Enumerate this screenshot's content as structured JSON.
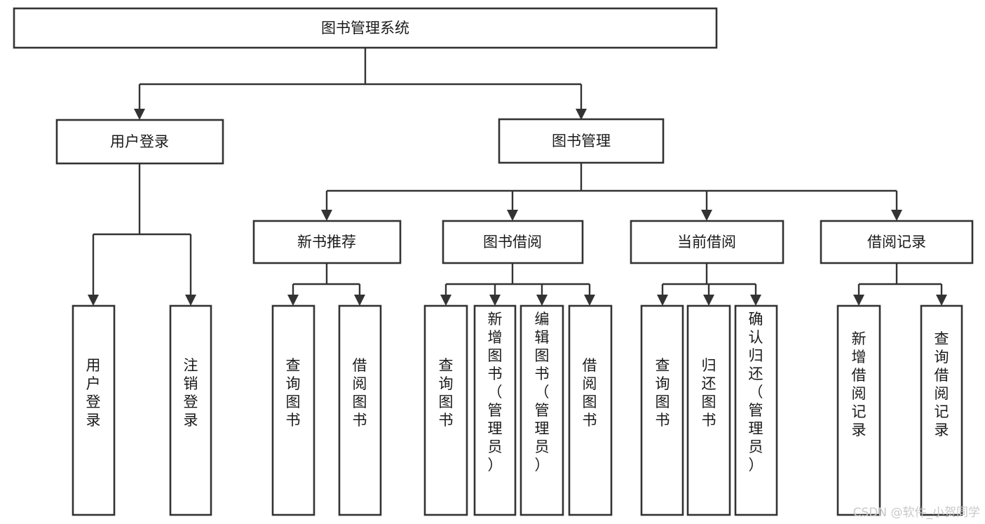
{
  "diagram": {
    "title": "图书管理系统",
    "type": "functional-structure-tree",
    "root": {
      "id": "root",
      "label": "图书管理系统",
      "level": 0
    },
    "level1": [
      {
        "id": "user-login",
        "label": "用户登录",
        "level": 1
      },
      {
        "id": "book-manage",
        "label": "图书管理",
        "level": 1
      }
    ],
    "level2": [
      {
        "id": "new-book-recommend",
        "label": "新书推荐",
        "level": 2,
        "parent": "book-manage"
      },
      {
        "id": "book-borrow",
        "label": "图书借阅",
        "level": 2,
        "parent": "book-manage"
      },
      {
        "id": "current-borrow",
        "label": "当前借阅",
        "level": 2,
        "parent": "book-manage"
      },
      {
        "id": "borrow-record",
        "label": "借阅记录",
        "level": 2,
        "parent": "book-manage"
      }
    ],
    "leaves": [
      {
        "id": "leaf-user-login",
        "label": "用户登录",
        "parent": "user-login"
      },
      {
        "id": "leaf-logout-login",
        "label": "注销登录",
        "parent": "user-login"
      },
      {
        "id": "leaf-query-book-1",
        "label": "查询图书",
        "parent": "new-book-recommend"
      },
      {
        "id": "leaf-borrow-book-1",
        "label": "借阅图书",
        "parent": "new-book-recommend"
      },
      {
        "id": "leaf-query-book-2",
        "label": "查询图书",
        "parent": "book-borrow"
      },
      {
        "id": "leaf-add-book",
        "label": "新增图书（管理员）",
        "parent": "book-borrow"
      },
      {
        "id": "leaf-edit-book",
        "label": "编辑图书（管理员）",
        "parent": "book-borrow"
      },
      {
        "id": "leaf-borrow-book-2",
        "label": "借阅图书",
        "parent": "book-borrow"
      },
      {
        "id": "leaf-query-book-3",
        "label": "查询图书",
        "parent": "current-borrow"
      },
      {
        "id": "leaf-return-book",
        "label": "归还图书",
        "parent": "current-borrow"
      },
      {
        "id": "leaf-confirm-return",
        "label": "确认归还（管理员）",
        "parent": "current-borrow"
      },
      {
        "id": "leaf-add-record",
        "label": "新增借阅记录",
        "parent": "borrow-record"
      },
      {
        "id": "leaf-query-record",
        "label": "查询借阅记录",
        "parent": "borrow-record"
      }
    ]
  },
  "watermark": {
    "text": "CSDN @软件_小贺同学"
  },
  "colors": {
    "box_stroke": "#333333",
    "box_fill": "#ffffff",
    "text": "#1a1a1a",
    "connector": "#333333",
    "watermark": "#c9c9c9",
    "background": "#ffffff"
  }
}
